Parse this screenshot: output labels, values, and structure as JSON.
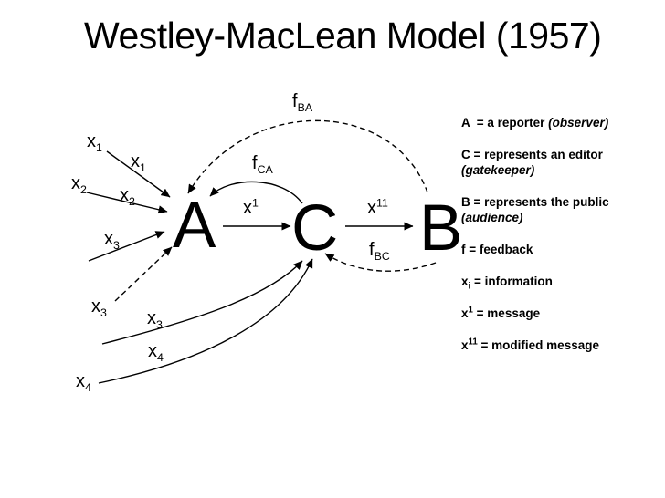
{
  "slide": {
    "title": "Westley-MacLean Model (1957)"
  },
  "diagram": {
    "nodes": {
      "a": "A",
      "c": "C",
      "b": "B"
    },
    "labels": {
      "x1_src": {
        "base": "x",
        "sub": "1"
      },
      "x1_mid": {
        "base": "x",
        "sub": "1"
      },
      "x2_src": {
        "base": "x",
        "sub": "2"
      },
      "x2_mid": {
        "base": "x",
        "sub": "2"
      },
      "x3_mid": {
        "base": "x",
        "sub": "3"
      },
      "x3_dash": {
        "base": "x",
        "sub": "3"
      },
      "x3_curve": {
        "base": "x",
        "sub": "3"
      },
      "x4_curve": {
        "base": "x",
        "sub": "4"
      },
      "x4_src": {
        "base": "x",
        "sub": "4"
      },
      "msg": {
        "base": "x",
        "sup": "1"
      },
      "msg_mod": {
        "base": "x",
        "sup": "11"
      },
      "f_ba": {
        "base": "f",
        "sub": "BA"
      },
      "f_ca": {
        "base": "f",
        "sub": "CA"
      },
      "f_bc": {
        "base": "f",
        "sub": "BC"
      }
    }
  },
  "legend": {
    "item_a": {
      "pre": "A  = a reporter ",
      "em": "(observer)"
    },
    "item_c": {
      "pre": "C = represents an editor ",
      "em": "(gatekeeper)"
    },
    "item_b": {
      "pre": "B = represents the public ",
      "em": "(audience)"
    },
    "item_f": {
      "text": "f = feedback"
    },
    "item_xi": {
      "base": "x",
      "sub": "i",
      "rest": " = information"
    },
    "item_x1": {
      "base": "x",
      "sup": "1",
      "rest": " = message"
    },
    "item_x11": {
      "base": "x",
      "sup": "11",
      "rest": " = modified message"
    }
  },
  "colors": {
    "ink": "#000000",
    "background": "#ffffff"
  }
}
